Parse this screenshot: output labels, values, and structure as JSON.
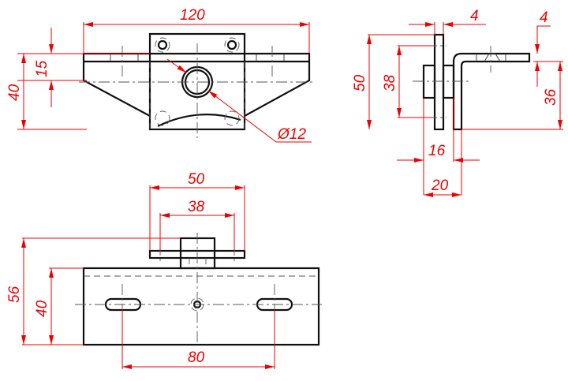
{
  "drawing": {
    "top_view": {
      "width": "120",
      "height_flange": "15",
      "height_total": "40",
      "hole_diameter": "Ø12"
    },
    "side_view": {
      "plate_thickness": "4",
      "bracket_thickness": "4",
      "plate_height": "50",
      "hole_spacing": "38",
      "bracket_height": "36",
      "hub_depth": "16",
      "overall_depth": "20"
    },
    "front_view": {
      "plate_width": "50",
      "hole_spacing": "38",
      "overall_height": "56",
      "base_height": "40",
      "slot_spacing": "80"
    },
    "colors": {
      "outline": "#111111",
      "dimension": "#ee0000"
    }
  }
}
